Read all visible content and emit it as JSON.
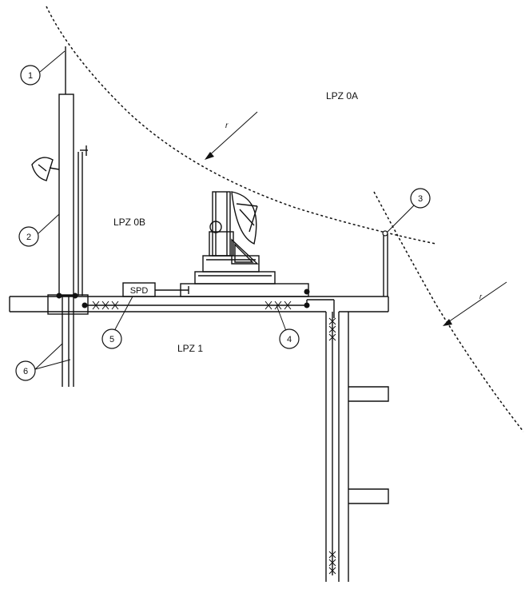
{
  "zones": {
    "lpz0a": "LPZ 0A",
    "lpz0b": "LPZ 0B",
    "lpz1": "LPZ 1"
  },
  "radius_label_1": "r",
  "radius_label_2": "r",
  "spd_label": "SPD",
  "callouts": [
    "1",
    "2",
    "3",
    "4",
    "5",
    "6"
  ]
}
